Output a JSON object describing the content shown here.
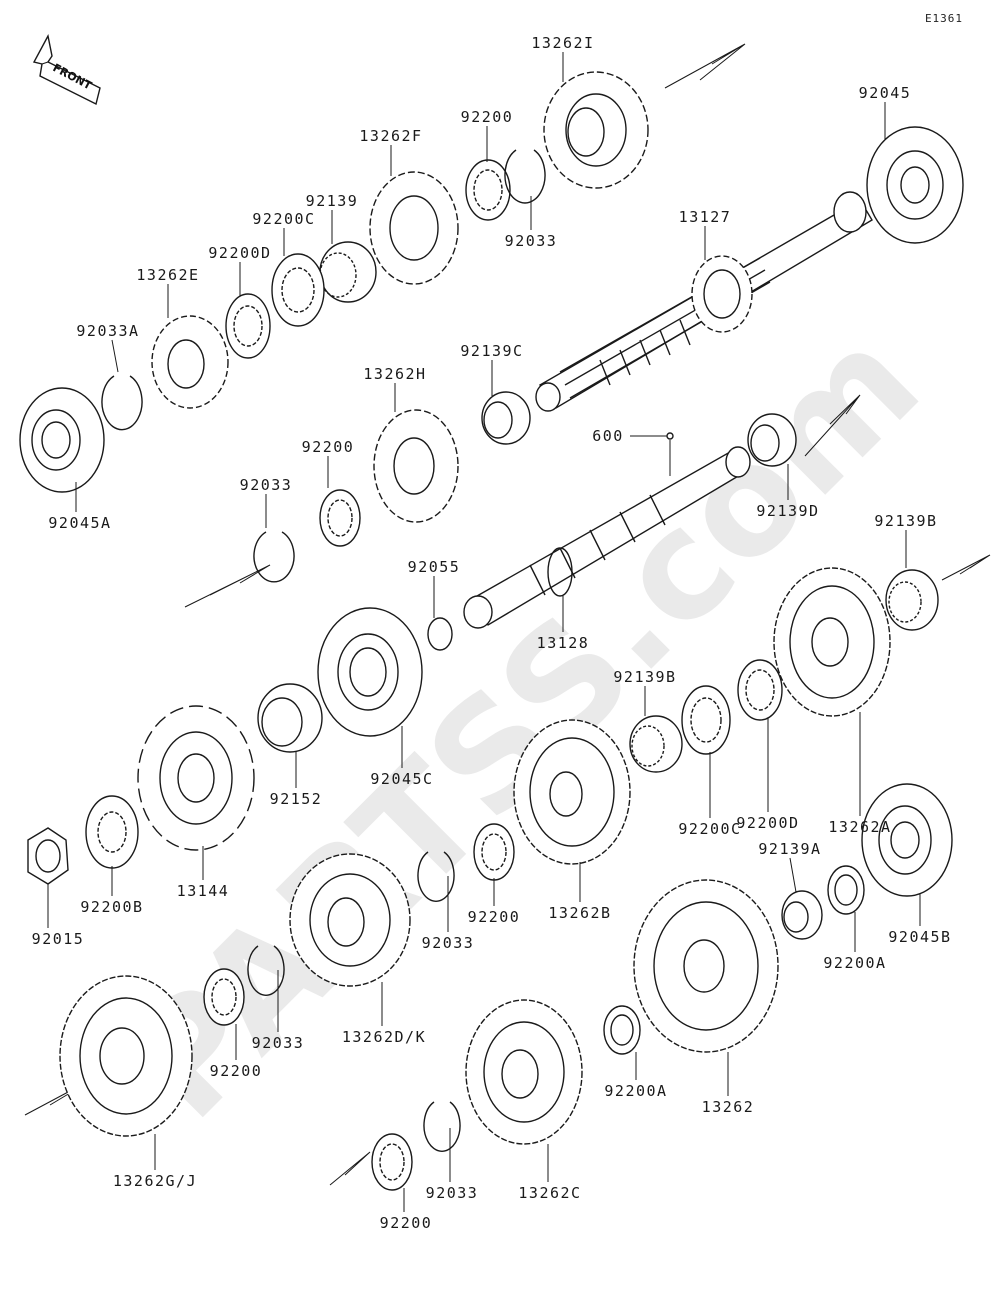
{
  "diagram": {
    "ref_code": "E1361",
    "front_indicator": "FRONT",
    "watermark": "PARTSS.com",
    "callouts": [
      {
        "id": "c13262I",
        "label": "13262I"
      },
      {
        "id": "c92045",
        "label": "92045"
      },
      {
        "id": "c13262F",
        "label": "13262F"
      },
      {
        "id": "c92200_top",
        "label": "92200"
      },
      {
        "id": "c92139",
        "label": "92139"
      },
      {
        "id": "c92200C_top",
        "label": "92200C"
      },
      {
        "id": "c92200D_top",
        "label": "92200D"
      },
      {
        "id": "c13262E",
        "label": "13262E"
      },
      {
        "id": "c92033_top",
        "label": "92033"
      },
      {
        "id": "c13127",
        "label": "13127"
      },
      {
        "id": "c92033A",
        "label": "92033A"
      },
      {
        "id": "c92139C",
        "label": "92139C"
      },
      {
        "id": "c13262H",
        "label": "13262H"
      },
      {
        "id": "c92045A",
        "label": "92045A"
      },
      {
        "id": "c600",
        "label": "600"
      },
      {
        "id": "c92200_mid",
        "label": "92200"
      },
      {
        "id": "c92033_mid",
        "label": "92033"
      },
      {
        "id": "c92139D",
        "label": "92139D"
      },
      {
        "id": "c92139B_right",
        "label": "92139B"
      },
      {
        "id": "c92055",
        "label": "92055"
      },
      {
        "id": "c13128",
        "label": "13128"
      },
      {
        "id": "c92139B_mid",
        "label": "92139B"
      },
      {
        "id": "c92152",
        "label": "92152"
      },
      {
        "id": "c92045C",
        "label": "92045C"
      },
      {
        "id": "c92200D_right",
        "label": "92200D"
      },
      {
        "id": "c13262A",
        "label": "13262A"
      },
      {
        "id": "c92200C_mid",
        "label": "92200C"
      },
      {
        "id": "c92200B",
        "label": "92200B"
      },
      {
        "id": "c13144",
        "label": "13144"
      },
      {
        "id": "c92015",
        "label": "92015"
      },
      {
        "id": "c92200_low",
        "label": "92200"
      },
      {
        "id": "c13262B",
        "label": "13262B"
      },
      {
        "id": "c92033_low",
        "label": "92033"
      },
      {
        "id": "c92139A",
        "label": "92139A"
      },
      {
        "id": "c92045B",
        "label": "92045B"
      },
      {
        "id": "c92200A_right",
        "label": "92200A"
      },
      {
        "id": "c13262DK",
        "label": "13262D/K"
      },
      {
        "id": "c92033_bl",
        "label": "92033"
      },
      {
        "id": "c92200_bl",
        "label": "92200"
      },
      {
        "id": "c13262",
        "label": "13262"
      },
      {
        "id": "c92200A_mid",
        "label": "92200A"
      },
      {
        "id": "c13262GJ",
        "label": "13262G/J"
      },
      {
        "id": "c92033_bot",
        "label": "92033"
      },
      {
        "id": "c13262C",
        "label": "13262C"
      },
      {
        "id": "c92200_bot",
        "label": "92200"
      }
    ]
  }
}
